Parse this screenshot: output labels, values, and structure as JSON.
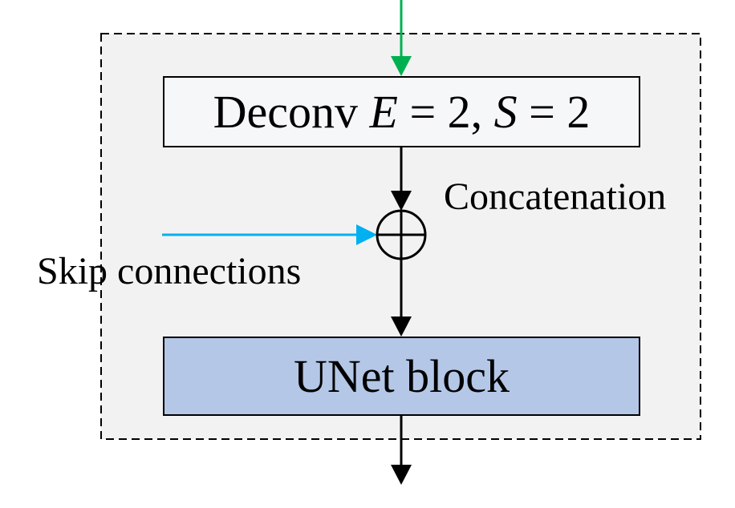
{
  "colors": {
    "container_fill": "#f2f2f2",
    "container_border": "#000000",
    "deconv_fill": "#f6f7f9",
    "unet_fill": "#b4c7e7",
    "input_arrow": "#00b050",
    "skip_arrow": "#00b0f0",
    "flow_arrow": "#000000"
  },
  "deconv_block": {
    "prefix": "Deconv ",
    "e_symbol": "E",
    "e_value": " = 2, ",
    "s_symbol": "S",
    "s_value": " = 2"
  },
  "unet_block": {
    "label": "UNet block"
  },
  "concatenation": {
    "label": "Concatenation",
    "icon": "circle-plus-icon"
  },
  "skip_connections": {
    "label": "Skip connections"
  }
}
